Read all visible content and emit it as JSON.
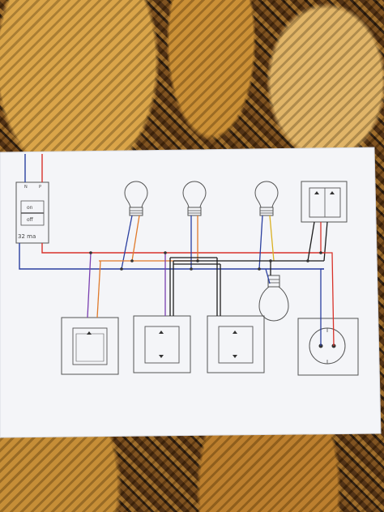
{
  "breaker": {
    "label_on": "on",
    "label_off": "off",
    "rating": "32 ma",
    "terminal_n": "N",
    "terminal_p": "P"
  },
  "icons": {
    "bulb": "light-bulb-icon",
    "switch": "switch-icon",
    "socket": "socket-icon"
  },
  "colors": {
    "paper": "#f4f5f8",
    "pencil": "#555555",
    "wire_blue": "#2a3fa0",
    "wire_red": "#d8322a",
    "wire_purple": "#7a3fb0",
    "wire_orange": "#e07a2a",
    "wire_black": "#1c1c1c",
    "wire_yellow": "#d9b020",
    "rug_base": "#6b3f12"
  }
}
